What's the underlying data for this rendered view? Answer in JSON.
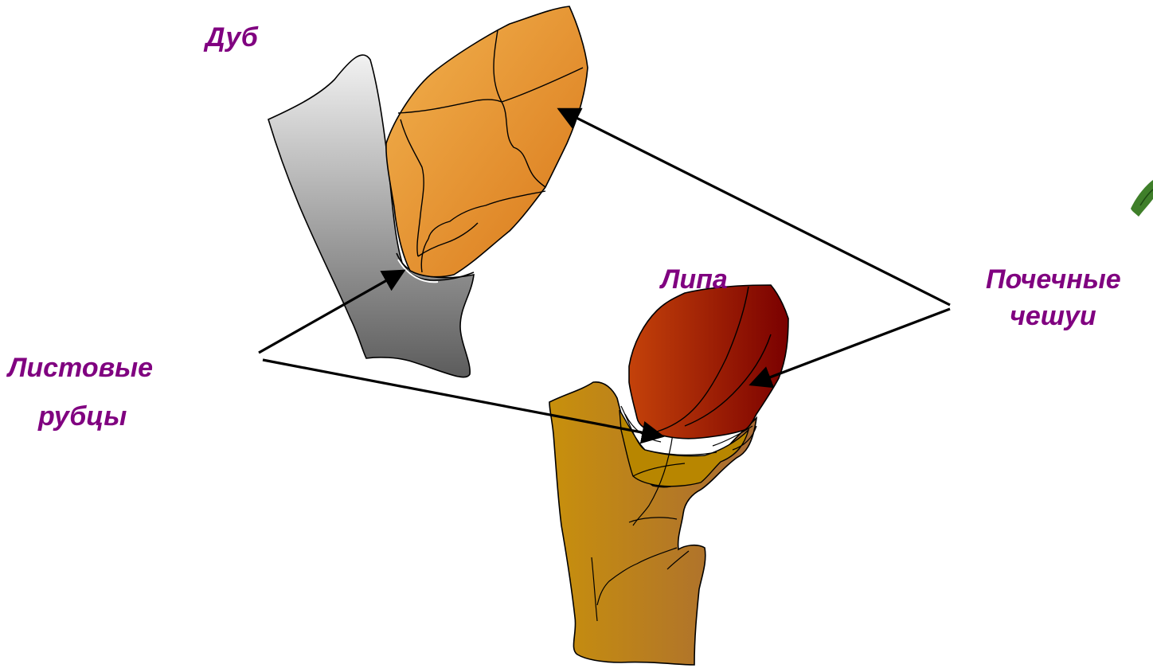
{
  "labels": {
    "oak": "Дуб",
    "linden": "Липа",
    "bud_scales_line1": "Почечные",
    "bud_scales_line2": "чешуи",
    "leaf_scars_line1": "Листовые",
    "leaf_scars_line2": "рубцы"
  },
  "colors": {
    "label_text": "#800080",
    "oak_twig_top": "#f2f2f2",
    "oak_twig_bottom": "#5c5c5c",
    "oak_bud_light": "#f2b24f",
    "oak_bud_dark": "#d9781a",
    "linden_bud_light": "#c4420a",
    "linden_bud_dark": "#7a0000",
    "linden_twig_light": "#c8900c",
    "linden_twig_dark": "#a86a35",
    "linden_scar": "#b88600",
    "outline": "#000000",
    "arrow": "#000000"
  },
  "icons": {
    "corner_decoration": "green-leaf-fragment-icon"
  }
}
